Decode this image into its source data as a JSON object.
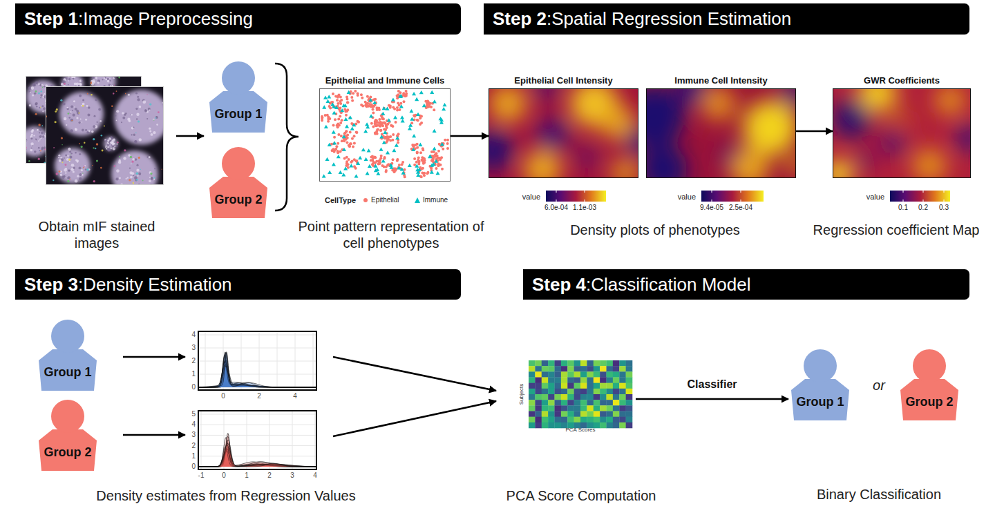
{
  "diagram": {
    "nodes": [
      {
        "text": [
          "Step 1",
          ":Image Preprocessing"
        ]
      },
      {
        "text": [
          "Step 2",
          ":Spatial Regression Estimation"
        ]
      },
      {
        "text": [
          "Group 1"
        ]
      },
      {
        "text": [
          "Group 2"
        ]
      },
      {
        "text": [
          "Epithelial and Immune Cells"
        ]
      },
      {
        "text": [
          "Epithelial Cell Intensity"
        ]
      },
      {
        "text": [
          "Immune Cell Intensity"
        ]
      },
      {
        "text": [
          "GWR Coefficients"
        ]
      },
      {
        "text": [
          "Step 3",
          ":Density Estimation"
        ]
      },
      {
        "text": [
          "Step 4",
          ":Classification Model"
        ]
      },
      {
        "text": [
          "Group 1"
        ]
      },
      {
        "text": [
          "Group 2"
        ]
      },
      {
        "text": [
          "Subjects",
          "PCA Scores"
        ]
      },
      {
        "text": [
          "Group 1"
        ]
      },
      {
        "text": [
          "Group 2"
        ]
      }
    ],
    "edges": [
      {
        "from": 4,
        "to": 5,
        "arrow": "to"
      },
      {
        "from": 6,
        "to": 7,
        "arrow": "to"
      },
      {
        "from": 12,
        "to": 13,
        "arrow": "to",
        "label": "Classifier"
      }
    ],
    "labels": [
      "Obtain mIF stained images",
      "Point pattern representation of cell phenotypes",
      "CellType",
      "value",
      "6.0e-04",
      "1.1e-03",
      "value",
      "9.4e-05",
      "2.5e-04",
      "value",
      "0.1",
      "0.2",
      "0.3",
      "Density plots of phenotypes",
      "Regression coefficient Map",
      "4",
      "3",
      "2",
      "1",
      "0",
      "0",
      "2",
      "4",
      "5",
      "4",
      "3",
      "2",
      "1",
      "0",
      "-1",
      "0",
      "1",
      "2",
      "3",
      "4",
      "Density estimates from Regression Values",
      "or",
      "PCA Score Computation",
      "Binary Classification"
    ],
    "legend": [
      {
        "text": "Epithelial",
        "color": "#f8766d"
      },
      {
        "text": "Immune",
        "color": "#00bfc4"
      }
    ]
  }
}
